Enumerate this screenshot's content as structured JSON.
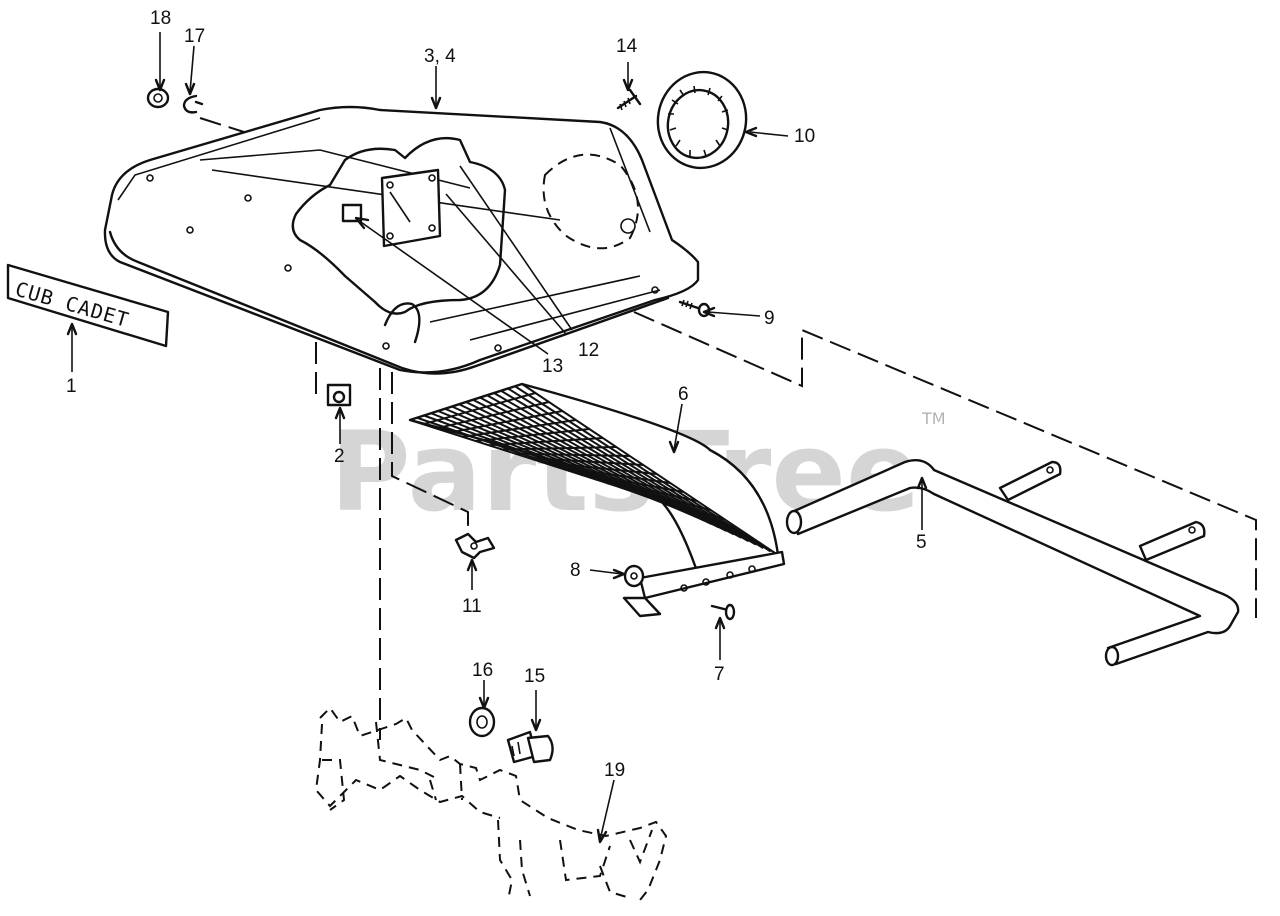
{
  "nameplate": {
    "text": "CUB CADET"
  },
  "watermark": {
    "text": "PartsTree",
    "tm": "TM"
  },
  "callouts": [
    {
      "id": "18",
      "label": "18"
    },
    {
      "id": "17",
      "label": "17"
    },
    {
      "id": "3-4",
      "label": "3, 4"
    },
    {
      "id": "14",
      "label": "14"
    },
    {
      "id": "10",
      "label": "10"
    },
    {
      "id": "9",
      "label": "9"
    },
    {
      "id": "12",
      "label": "12"
    },
    {
      "id": "13",
      "label": "13"
    },
    {
      "id": "1",
      "label": "1"
    },
    {
      "id": "2",
      "label": "2"
    },
    {
      "id": "6",
      "label": "6"
    },
    {
      "id": "5",
      "label": "5"
    },
    {
      "id": "8",
      "label": "8"
    },
    {
      "id": "11",
      "label": "11"
    },
    {
      "id": "7",
      "label": "7"
    },
    {
      "id": "16",
      "label": "16"
    },
    {
      "id": "15",
      "label": "15"
    },
    {
      "id": "19",
      "label": "19"
    }
  ]
}
